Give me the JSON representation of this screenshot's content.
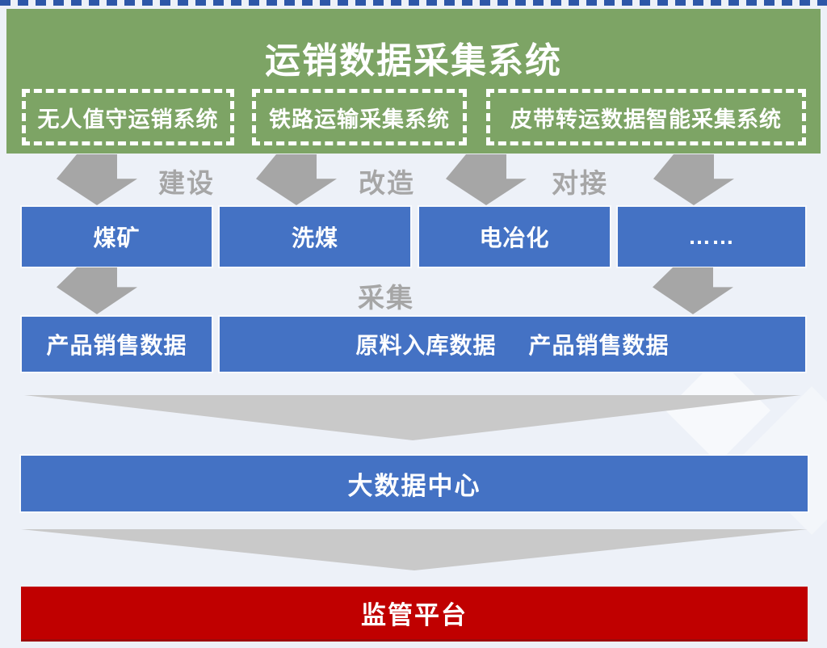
{
  "diagram": {
    "title": "运销数据采集系统",
    "subsystems": [
      "无人值守运销系统",
      "铁路运输采集系统",
      "皮带转运数据智能采集系统"
    ],
    "arrow_labels": [
      "建设",
      "改造",
      "对接"
    ],
    "collect_label": "采集",
    "source_boxes": [
      "煤矿",
      "洗煤",
      "电冶化",
      "……"
    ],
    "data_boxes": {
      "left": "产品销售数据",
      "wide": [
        "原料入库数据",
        "产品销售数据"
      ]
    },
    "data_center": "大数据中心",
    "platform": "监管平台",
    "colors": {
      "background": "#edf1f8",
      "banner_green": "#7da465",
      "box_blue": "#4472c4",
      "platform_red": "#c00000",
      "arrow_gray": "#a6a6a6",
      "chevron_gray": "#c9c9c9",
      "dash_strip_blue": "#2d57a8",
      "text_white": "#ffffff"
    }
  }
}
